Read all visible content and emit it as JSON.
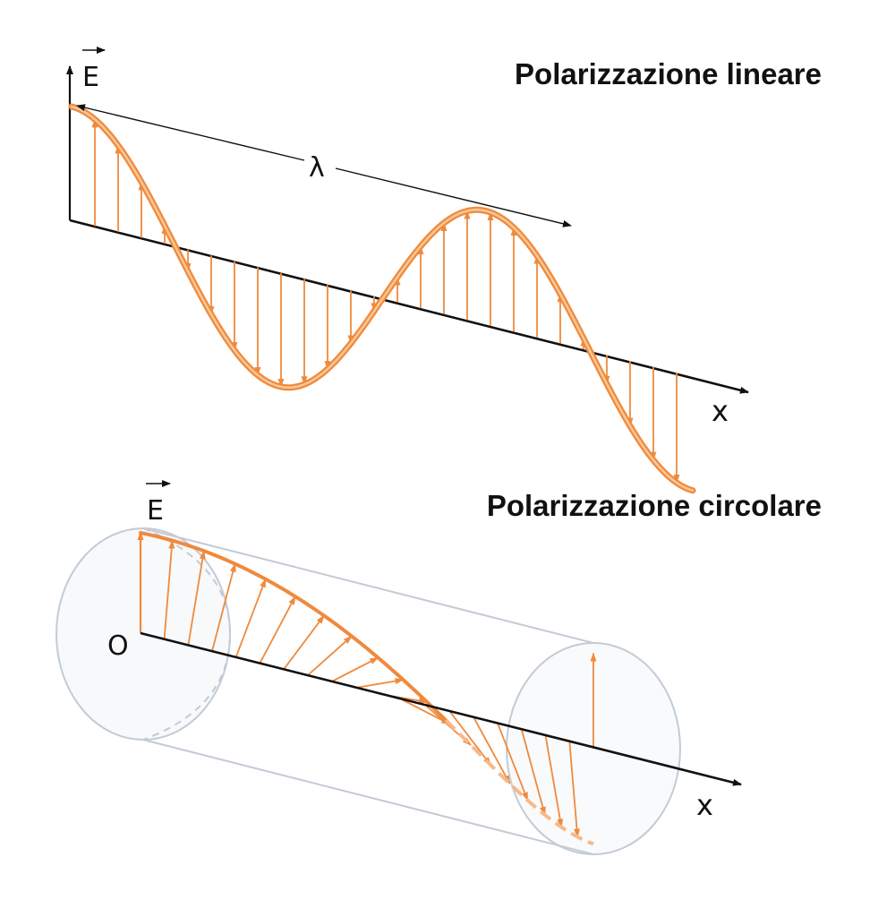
{
  "colors": {
    "wave": "#ef8a3c",
    "wave_light": "#f7c08f",
    "axis": "#111111",
    "cylinder": "#b9c3cf"
  },
  "linear": {
    "title": "Polarizzazione lineare",
    "axis_e_label": "E",
    "axis_x_label": "x",
    "wavelength_label": "λ"
  },
  "circular": {
    "title": "Polarizzazione circolare",
    "axis_e_label": "E",
    "axis_x_label": "x",
    "origin_label": "O"
  }
}
